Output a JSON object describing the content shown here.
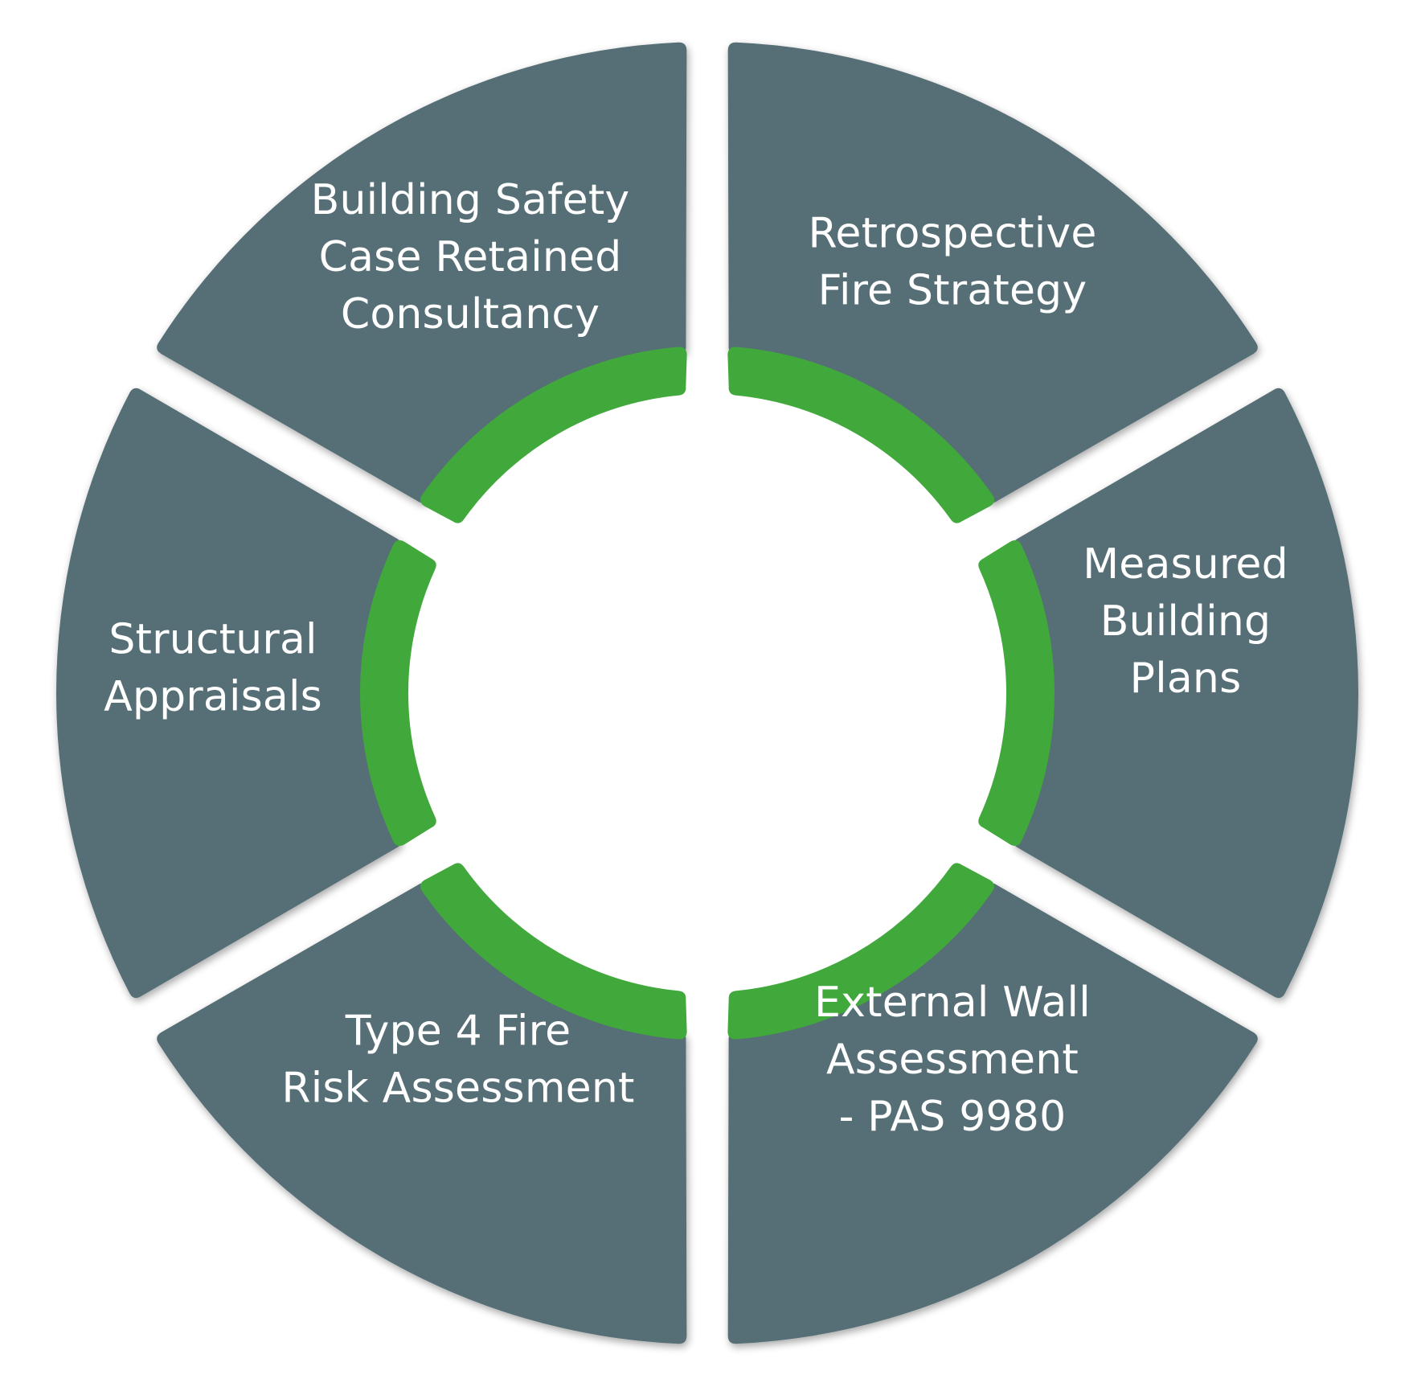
{
  "colors": {
    "background": "#ffffff",
    "segment_fill": "#566e75",
    "ring_fill": "#41a93c",
    "label_text": "#ffffff",
    "shadow": "#000000"
  },
  "diagram": {
    "segments": [
      {
        "id": "retrospective-fire-strategy",
        "lines": [
          "Retrospective",
          "Fire Strategy"
        ]
      },
      {
        "id": "measured-building-plans",
        "lines": [
          "Measured",
          "Building",
          "Plans"
        ]
      },
      {
        "id": "external-wall-assessment",
        "lines": [
          "External Wall",
          "Assessment",
          "- PAS 9980"
        ]
      },
      {
        "id": "type-4-fire-risk-assessment",
        "lines": [
          "Type 4 Fire",
          "Risk Assessment"
        ]
      },
      {
        "id": "structural-appraisals",
        "lines": [
          "Structural",
          "Appraisals"
        ]
      },
      {
        "id": "building-safety-case",
        "lines": [
          "Building Safety",
          "Case Retained",
          "Consultancy"
        ]
      }
    ]
  }
}
